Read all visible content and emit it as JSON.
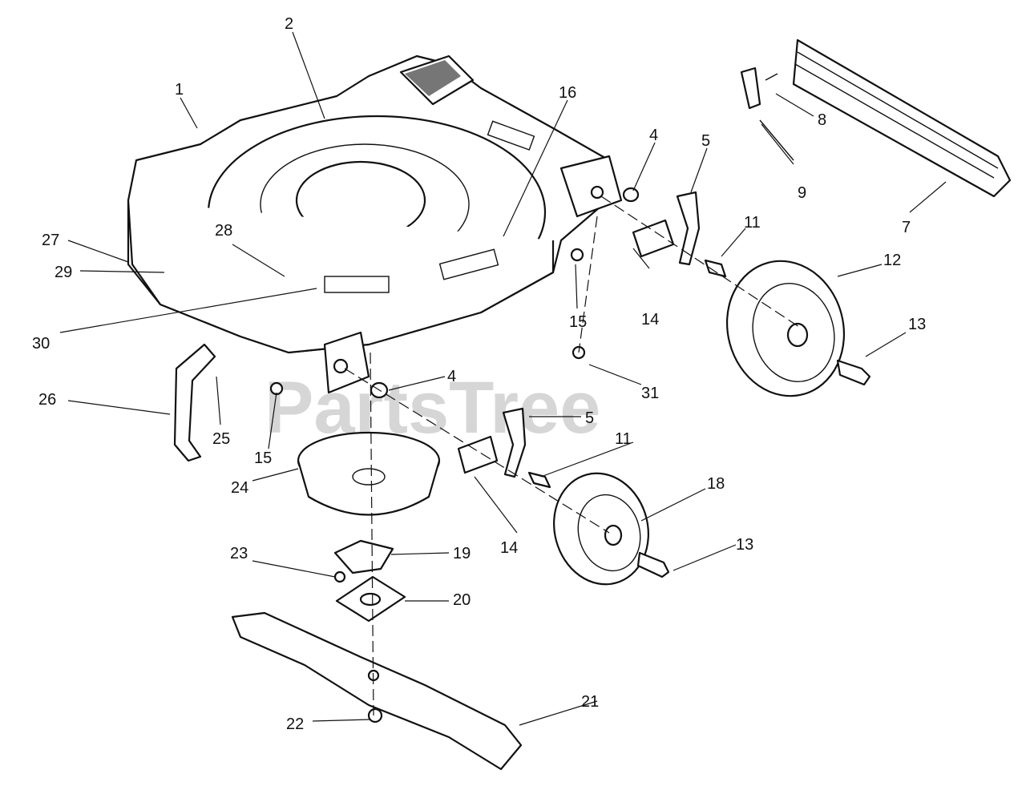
{
  "watermark": "PartsTree",
  "callouts": {
    "c1": "1",
    "c2": "2",
    "c4a": "4",
    "c4b": "4",
    "c5a": "5",
    "c5b": "5",
    "c7": "7",
    "c8": "8",
    "c9": "9",
    "c11a": "11",
    "c11b": "11",
    "c12": "12",
    "c13a": "13",
    "c13b": "13",
    "c14a": "14",
    "c14b": "14",
    "c15a": "15",
    "c15b": "15",
    "c16": "16",
    "c18": "18",
    "c19": "19",
    "c20": "20",
    "c21": "21",
    "c22": "22",
    "c23": "23",
    "c24": "24",
    "c25": "25",
    "c26": "26",
    "c27": "27",
    "c28": "28",
    "c29": "29",
    "c30": "30",
    "c31": "31"
  }
}
